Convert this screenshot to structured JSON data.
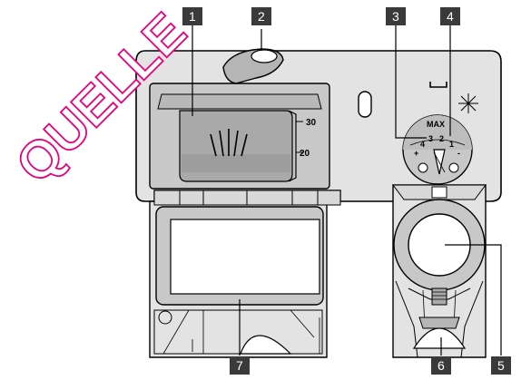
{
  "callouts": {
    "c1": "1",
    "c2": "2",
    "c3": "3",
    "c4": "4",
    "c5": "5",
    "c6": "6",
    "c7": "7"
  },
  "detergent_scale": {
    "mark_high": "30",
    "mark_low": "20"
  },
  "rinse_aid_dial": {
    "label": "MAX",
    "settings": [
      "+",
      "4",
      "3",
      "2",
      "1",
      "-"
    ]
  },
  "watermark": "QUELLE",
  "colors": {
    "callout_bg": "#3a3a3a",
    "panel_fill": "#e3e3e3",
    "recess_fill": "#c8c8c8",
    "watermark_outline": "#e6007e"
  }
}
